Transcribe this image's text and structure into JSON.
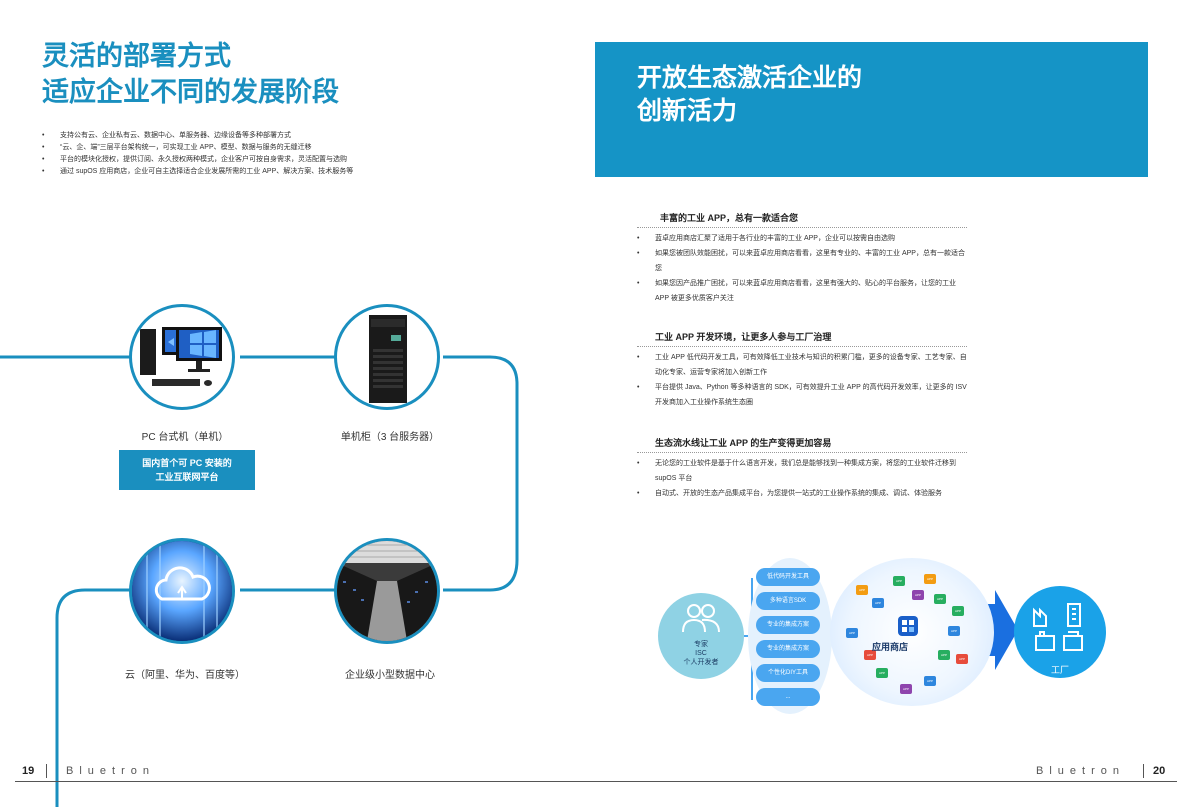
{
  "left": {
    "title_line1": "灵活的部署方式",
    "title_line2": "适应企业不同的发展阶段",
    "bullets": [
      "支持公有云、企业私有云、数据中心、单服务器、边缘设备等多种部署方式",
      "“云、企、端”三层平台架构统一，可实现工业 APP、模型、数据与服务的无缝迁移",
      "平台的模块化授权，提供订阅、永久授权两种模式，企业客户可按自身需求，灵活配置与选购",
      "通过 supOS 应用商店，企业可自主选择适合企业发展所需的工业 APP、解决方案、技术服务等"
    ],
    "nodes": {
      "pc": "PC 台式机（单机）",
      "cabinet": "单机柜（3 台服务器）",
      "cloud": "云（阿里、华为、百度等）",
      "datacenter": "企业级小型数据中心"
    },
    "highlight_line1": "国内首个可 PC 安装的",
    "highlight_line2": "工业互联网平台"
  },
  "right": {
    "banner_line1": "开放生态激活企业的",
    "banner_line2": "创新活力",
    "sections": [
      {
        "heading": "丰富的工业 APP，总有一款适合您",
        "bullets": [
          "蓝卓应用商店汇聚了适用于各行业的丰富的工业 APP，企业可以按需自由选购",
          "如果您被团队效能困扰，可以来蓝卓应用商店看看，这里有专业的、丰富的工业 APP，总有一款适合您",
          "如果您因产品推广困扰，可以来蓝卓应用商店看看，这里有强大的、贴心的平台服务，让您的工业 APP 被更多优质客户关注"
        ]
      },
      {
        "heading": "工业 APP 开发环境，让更多人参与工厂治理",
        "bullets": [
          "工业 APP 低代码开发工具，可有效降低工业技术与知识的积累门槛，更多的设备专家、工艺专家、自动化专家、运营专家将加入创新工作",
          "平台提供 Java、Python 等多种语言的 SDK，可有效提升工业 APP 的高代码开发效率，让更多的 ISV 开发商加入工业操作系统生态圈"
        ]
      },
      {
        "heading": "生态流水线让工业 APP 的生产变得更加容易",
        "bullets": [
          "无论您的工业软件是基于什么语言开发，我们总是能够找到一种集成方案，将您的工业软件迁移到 supOS 平台",
          "自动式、开放的生态产品集成平台，为您提供一站式的工业操作系统的集成、调试、体验服务"
        ]
      }
    ],
    "diagram": {
      "dev_line1": "专家",
      "dev_line2": "ISC",
      "dev_line3": "个人开发者",
      "pills": [
        "低代码开发工具",
        "多种语言SDK",
        "专业的集成方案",
        "专业的集成方案",
        "个性化DIY工具",
        "..."
      ],
      "app_tag": "APP",
      "store_label": "应用商店",
      "factory_label": "工厂"
    }
  },
  "footer": {
    "left_page": "19",
    "left_brand": "Bluetron",
    "right_brand": "Bluetron",
    "right_page": "20"
  },
  "colors": {
    "accent": "#1a8fbf",
    "banner": "#1594c6",
    "pill": "#4aa6f0"
  }
}
